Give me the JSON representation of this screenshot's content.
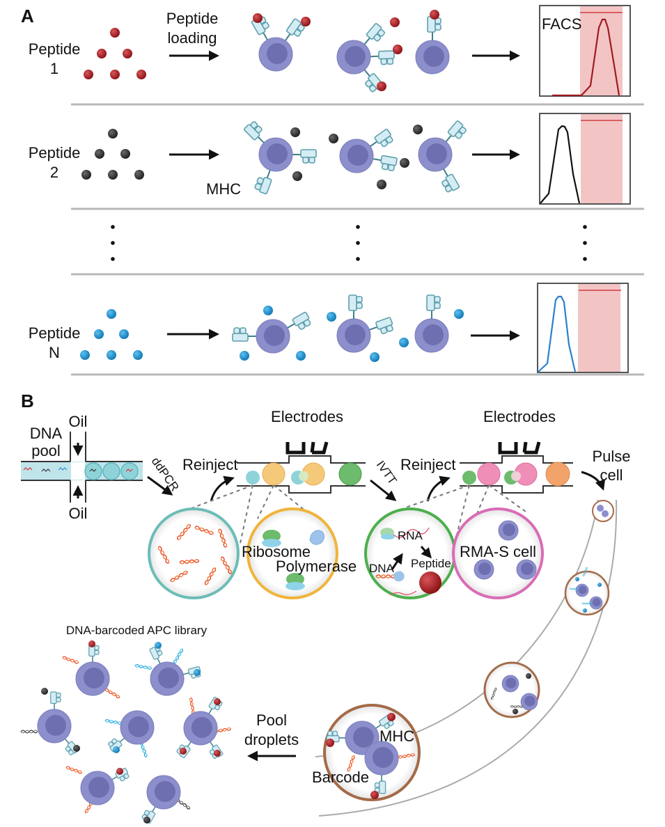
{
  "panels": {
    "a": {
      "label": "A",
      "rows": [
        {
          "peptide_label_line1": "Peptide",
          "peptide_label_line2": "1",
          "peptide_color": "#a61e22",
          "arrow_label_line1": "Peptide",
          "arrow_label_line2": "loading",
          "facs_label": "FACS",
          "curve_color": "#a61e22",
          "peak_position": "inside-gate"
        },
        {
          "peptide_label_line1": "Peptide",
          "peptide_label_line2": "2",
          "peptide_color": "#3a3a3a",
          "mhc_label": "MHC",
          "curve_color": "#111111",
          "peak_position": "outside-gate"
        },
        {
          "peptide_label_line1": "Peptide",
          "peptide_label_line2": "N",
          "peptide_color": "#1c8fd0",
          "curve_color": "#2a7fcf",
          "peak_position": "outside-gate"
        }
      ],
      "ellipsis": "⋮"
    },
    "b": {
      "label": "B",
      "dna_pool_line1": "DNA",
      "dna_pool_line2": "pool",
      "oil_top": "Oil",
      "oil_bottom": "Oil",
      "ddpcr": "ddPCR",
      "ivtt": "IVTT",
      "reinject_1": "Reinject",
      "reinject_2": "Reinject",
      "electrodes_1": "Electrodes",
      "electrodes_2": "Electrodes",
      "pulse_line1": "Pulse",
      "pulse_line2": "cell",
      "ribosome": "Ribosome",
      "polymerase": "Polymerase",
      "rna": "RNA",
      "dna": "DNA",
      "peptide": "Peptide",
      "rma_s_cell": "RMA-S cell",
      "library_title": "DNA-barcoded APC library",
      "pool_line1": "Pool",
      "pool_line2": "droplets",
      "mhc": "MHC",
      "barcode": "Barcode"
    }
  },
  "colors": {
    "red_peptide": "#a61e22",
    "black_peptide": "#3a3a3a",
    "blue_peptide": "#1c8fd0",
    "cell": "#8c8fcb",
    "droplet_teal": "#7fcbd0",
    "droplet_yellow": "#f5c97a",
    "droplet_green": "#6dbb6d",
    "droplet_pink": "#ef8fb8",
    "droplet_orange": "#f2a36a",
    "ring_teal": "#6bbdb6",
    "ring_yellow": "#f0b43a",
    "ring_green": "#4caf4c",
    "ring_pink": "#d96cb6",
    "ring_brown": "#a46a48"
  }
}
